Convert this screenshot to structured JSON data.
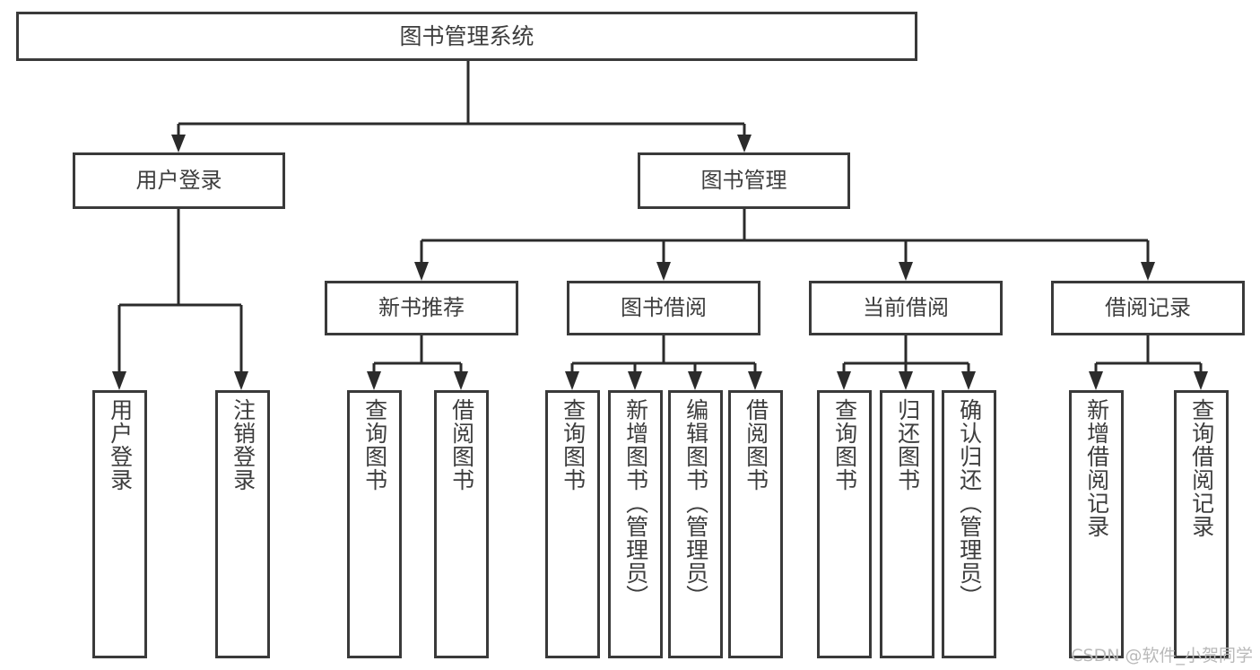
{
  "diagram": {
    "type": "tree-hierarchy",
    "title": "图书管理系统",
    "orientation": "top-down",
    "colors": {
      "box_border": "#3a3a3a",
      "connector": "#2b2b2b",
      "text": "#3d3d3d",
      "background": "#ffffff",
      "watermark": "#b9b9b9"
    }
  },
  "root": {
    "label": "图书管理系统"
  },
  "level2": [
    {
      "label": "用户登录"
    },
    {
      "label": "图书管理"
    }
  ],
  "level3": [
    {
      "label": "新书推荐"
    },
    {
      "label": "图书借阅"
    },
    {
      "label": "当前借阅"
    },
    {
      "label": "借阅记录"
    }
  ],
  "leaves": {
    "user_login": [
      {
        "label": "用户登录"
      },
      {
        "label": "注销登录"
      }
    ],
    "new_book_recommend": [
      {
        "label": "查询图书"
      },
      {
        "label": "借阅图书"
      }
    ],
    "book_borrow": [
      {
        "label": "查询图书"
      },
      {
        "label": "新增图书（管理员）"
      },
      {
        "label": "编辑图书（管理员）"
      },
      {
        "label": "借阅图书"
      }
    ],
    "current_borrow": [
      {
        "label": "查询图书"
      },
      {
        "label": "归还图书"
      },
      {
        "label": "确认归还（管理员）"
      }
    ],
    "borrow_record": [
      {
        "label": "新增借阅记录"
      },
      {
        "label": "查询借阅记录"
      }
    ]
  },
  "watermark": {
    "text": "CSDN @软件_小贺同学"
  }
}
